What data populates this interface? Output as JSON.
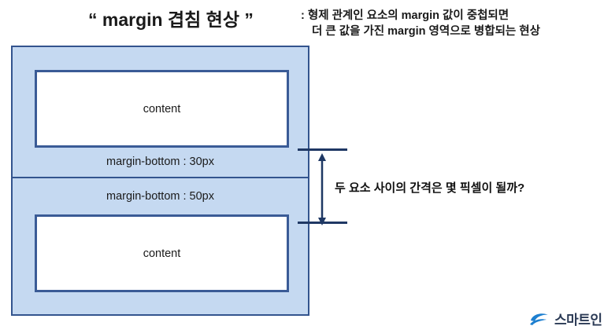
{
  "header": {
    "title": "“ margin 겹침 현상 ”",
    "subtitle_line1": ": 형제 관계인 요소의 margin 값이 중첩되면",
    "subtitle_line2": "더 큰 값을 가진 margin 영역으로 병합되는 현상"
  },
  "diagram": {
    "top_element": {
      "content_label": "content",
      "margin_label": "margin-bottom : 30px"
    },
    "bottom_element": {
      "content_label": "content",
      "margin_label": "margin-bottom : 50px"
    },
    "colors": {
      "margin_fill": "#c5d9f1",
      "box_border": "#33548e",
      "content_border": "#3a5b96",
      "content_fill": "#ffffff",
      "annotation": "#1f3864"
    }
  },
  "annotation": {
    "question": "두 요소 사이의 간격은 몇 픽셀이 될까?"
  },
  "logo": {
    "text": "스마트인",
    "mark_color": "#1d7fd0"
  }
}
